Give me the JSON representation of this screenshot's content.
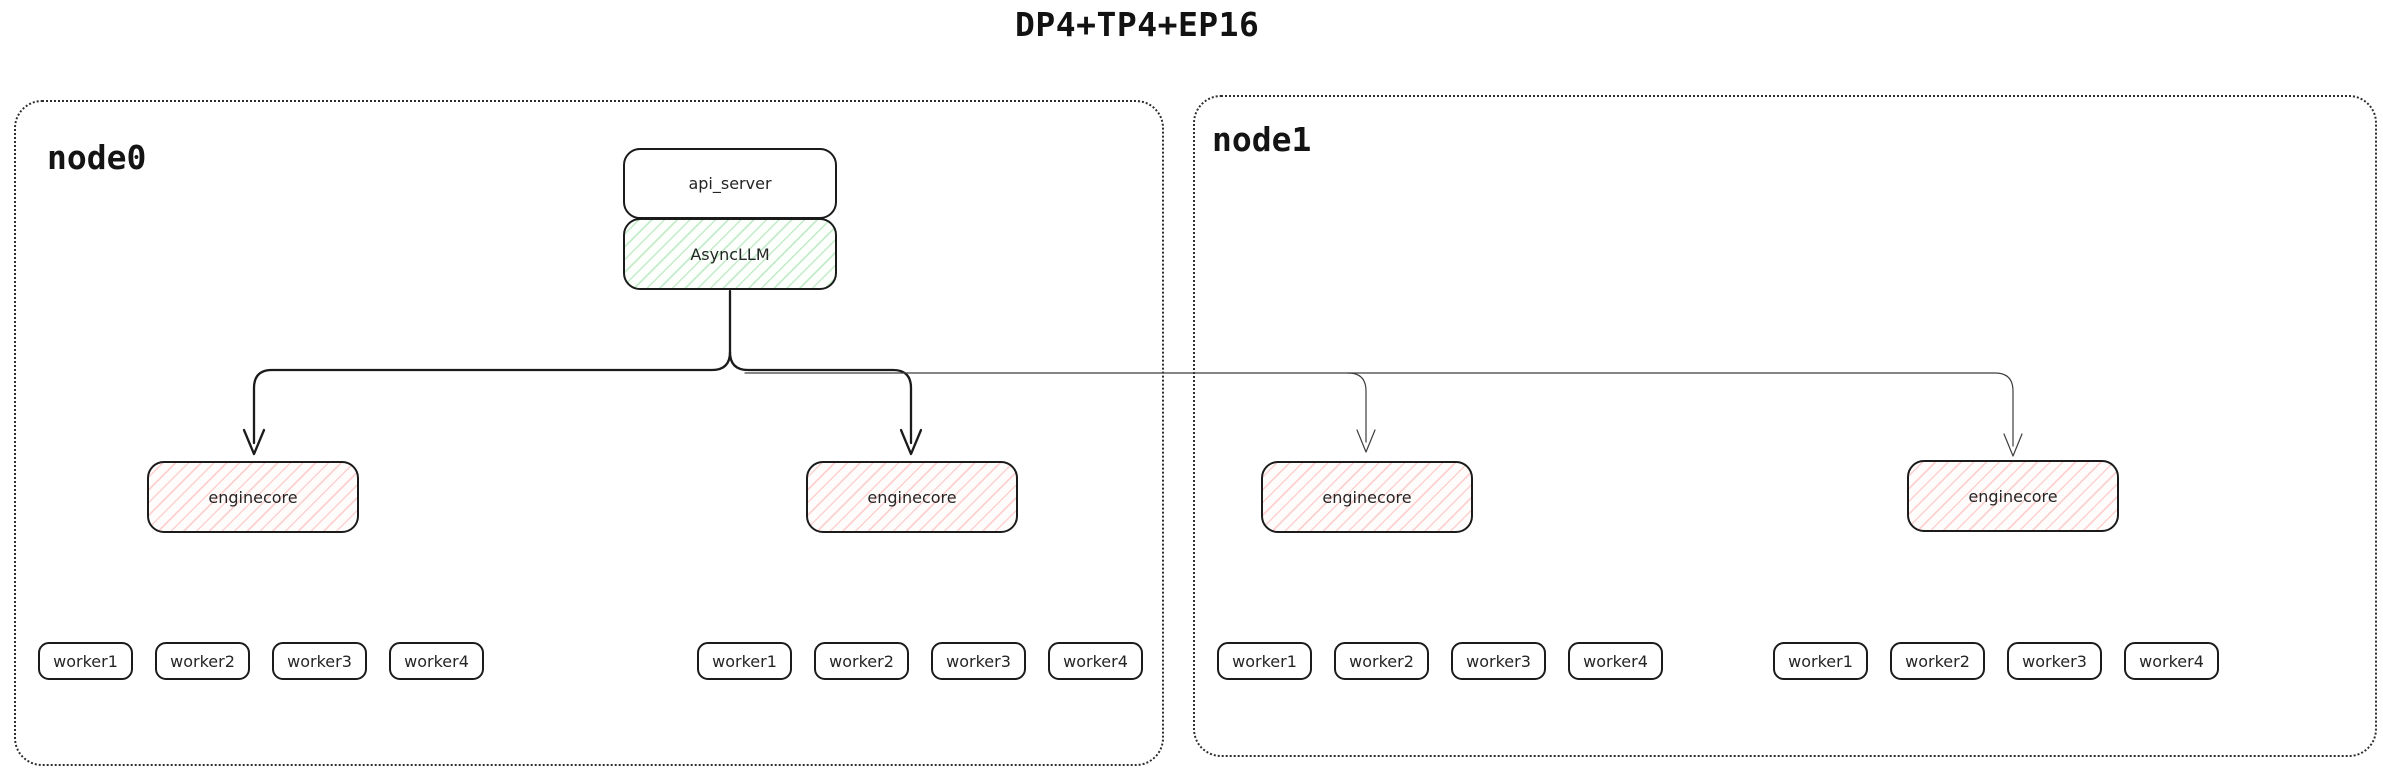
{
  "title": "DP4+TP4+EP16",
  "colors": {
    "box_border": "#1b1b1b",
    "thick_line": "#1b1b1b",
    "thin_line": "#3d3d3d",
    "green_hatch": "#40c057",
    "red_hatch": "#fa5252",
    "node_border": "#2e2e2e"
  },
  "nodes": [
    {
      "label": "node0",
      "api_server": "api_server",
      "async_llm": "AsyncLLM",
      "enginecores": [
        "enginecore",
        "enginecore"
      ],
      "worker_groups": [
        [
          "worker1",
          "worker2",
          "worker3",
          "worker4"
        ],
        [
          "worker1",
          "worker2",
          "worker3",
          "worker4"
        ]
      ]
    },
    {
      "label": "node1",
      "enginecores": [
        "enginecore",
        "enginecore"
      ],
      "worker_groups": [
        [
          "worker1",
          "worker2",
          "worker3",
          "worker4"
        ],
        [
          "worker1",
          "worker2",
          "worker3",
          "worker4"
        ]
      ]
    }
  ]
}
